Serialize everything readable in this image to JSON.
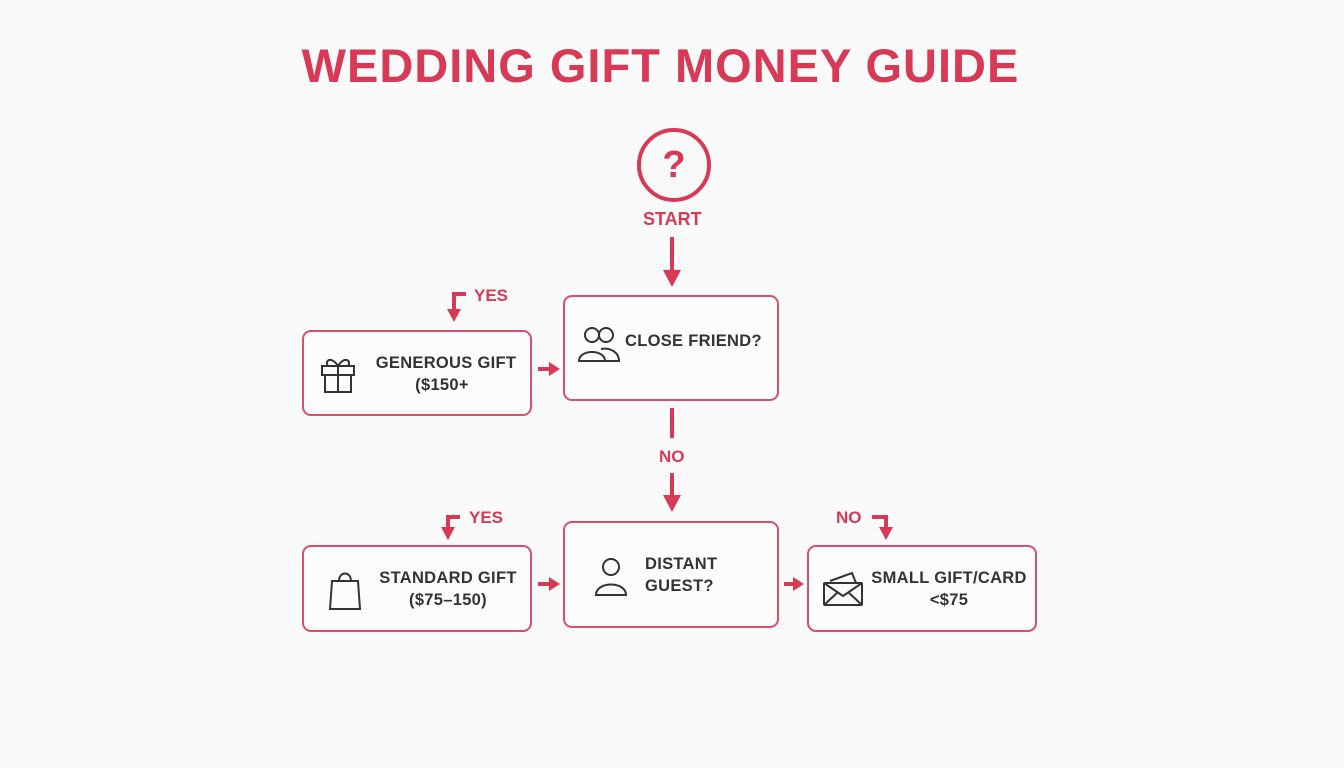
{
  "title": "WEDDING GIFT MONEY GUIDE",
  "start": {
    "symbol": "?",
    "label": "START"
  },
  "nodes": {
    "close_friend": {
      "line1": "CLOSE FRIEND?",
      "icon": "people-icon"
    },
    "generous_gift": {
      "line1": "GENEROUS GIFT",
      "line2": "($150+",
      "icon": "gift-icon"
    },
    "distant_guest": {
      "line1": "DISTANT",
      "line2": "GUEST?",
      "icon": "person-icon"
    },
    "standard_gift": {
      "line1": "STANDARD GIFT",
      "line2": "($75–150)",
      "icon": "shopping-bag-icon"
    },
    "small_gift": {
      "line1": "SMALL GIFT/CARD",
      "line2": "<$75",
      "icon": "envelope-icon"
    }
  },
  "edge_labels": {
    "yes_top": "YES",
    "no_middle": "NO",
    "yes_bottom": "YES",
    "no_bottom": "NO"
  },
  "colors": {
    "accent": "#d83a56",
    "text": "#333333",
    "background": "#fafafa"
  }
}
